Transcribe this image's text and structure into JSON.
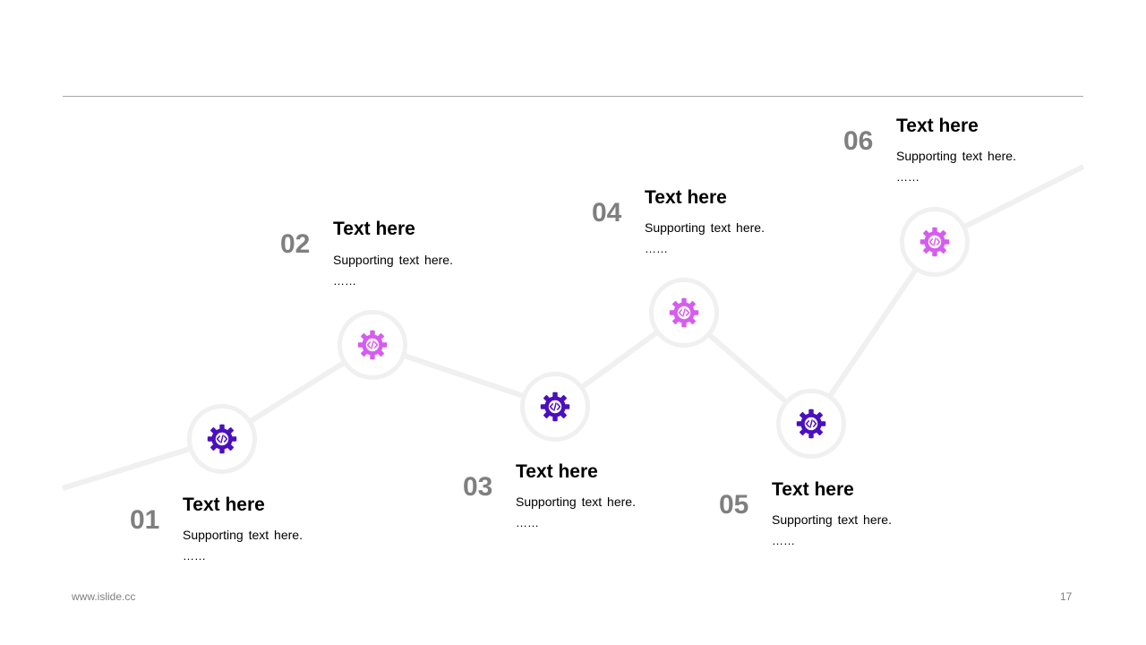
{
  "colors": {
    "dark_gear": "#4b0fbf",
    "light_gear": "#d65cf0",
    "line": "#f0f0f0",
    "number": "#7f7f7f"
  },
  "steps": [
    {
      "number": "01",
      "title": "Text here",
      "text": "Supporting text here.",
      "ellipsis": "……",
      "icon": "gear-code-icon",
      "tone": "dark"
    },
    {
      "number": "02",
      "title": "Text here",
      "text": "Supporting text here.",
      "ellipsis": "……",
      "icon": "gear-code-icon",
      "tone": "light"
    },
    {
      "number": "03",
      "title": "Text here",
      "text": "Supporting text here.",
      "ellipsis": "……",
      "icon": "gear-code-icon",
      "tone": "dark"
    },
    {
      "number": "04",
      "title": "Text here",
      "text": "Supporting text here.",
      "ellipsis": "……",
      "icon": "gear-code-icon",
      "tone": "light"
    },
    {
      "number": "05",
      "title": "Text here",
      "text": "Supporting text here.",
      "ellipsis": "……",
      "icon": "gear-code-icon",
      "tone": "dark"
    },
    {
      "number": "06",
      "title": "Text here",
      "text": "Supporting text here.",
      "ellipsis": "……",
      "icon": "gear-code-icon",
      "tone": "light"
    }
  ],
  "footer": {
    "url": "www.islide.cc",
    "page": "17"
  }
}
